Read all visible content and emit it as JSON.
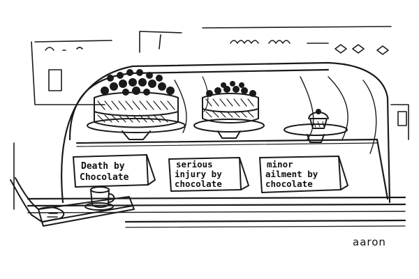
{
  "cartoon": {
    "signs": [
      {
        "lines": [
          "Death by",
          "Chocolate"
        ]
      },
      {
        "lines": [
          "serious",
          "injury by",
          "chocolate"
        ]
      },
      {
        "lines": [
          "minor",
          "ailment by",
          "chocolate"
        ]
      }
    ],
    "signature": "aaron"
  },
  "colors": {
    "ink": "#1a1a1a",
    "paper": "#ffffff"
  }
}
